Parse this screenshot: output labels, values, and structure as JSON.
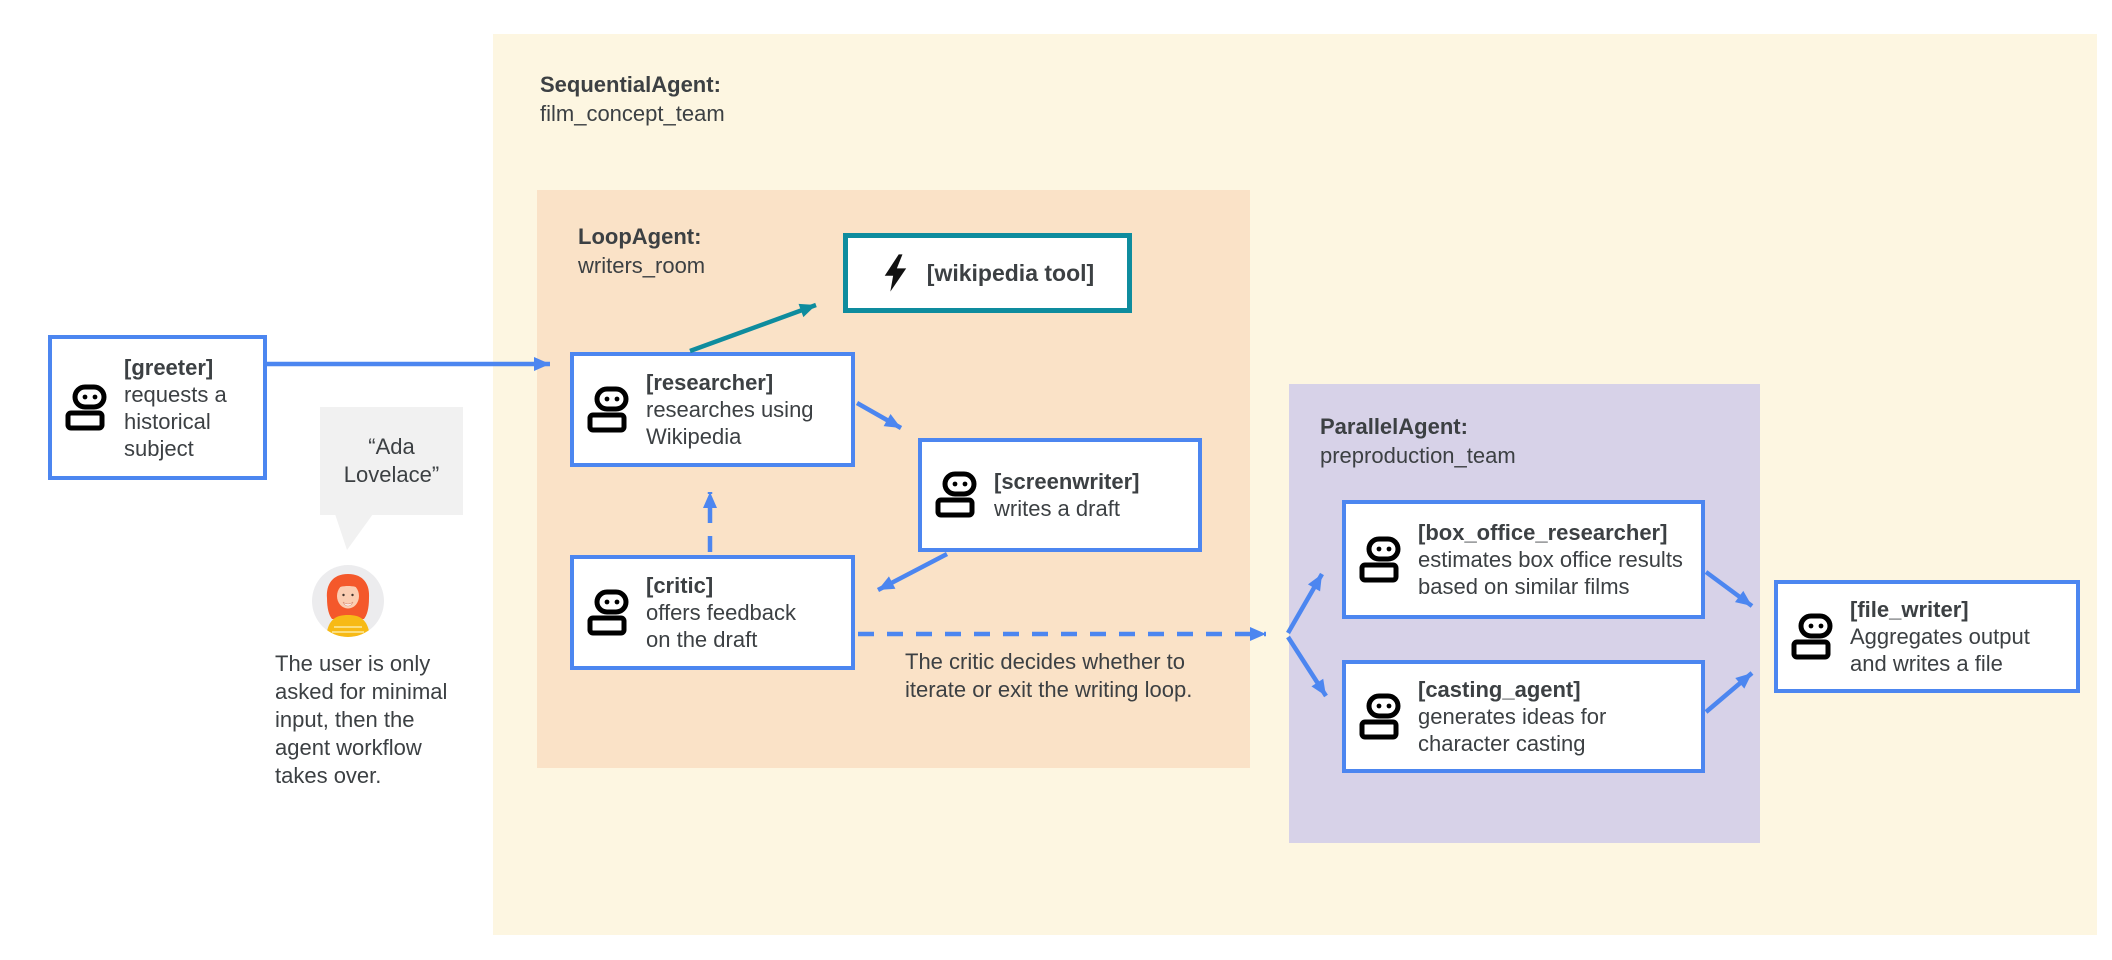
{
  "groups": {
    "sequential": {
      "type": "SequentialAgent:",
      "name": "film_concept_team"
    },
    "loop": {
      "type": "LoopAgent:",
      "name": "writers_room"
    },
    "parallel": {
      "type": "ParallelAgent:",
      "name": "preproduction_team"
    }
  },
  "nodes": {
    "greeter": {
      "name": "[greeter]",
      "description": "requests a historical subject"
    },
    "wikipedia_tool": {
      "name": "[wikipedia tool]"
    },
    "researcher": {
      "name": "[researcher]",
      "description": "researches using Wikipedia"
    },
    "screenwriter": {
      "name": "[screenwriter]",
      "description": "writes a draft"
    },
    "critic": {
      "name": "[critic]",
      "description": "offers feedback on the draft"
    },
    "box_office_researcher": {
      "name": "[box_office_researcher]",
      "description": "estimates box office results based on similar films"
    },
    "casting_agent": {
      "name": "[casting_agent]",
      "description": "generates ideas for character casting"
    },
    "file_writer": {
      "name": "[file_writer]",
      "description": "Aggregates output and writes a file"
    }
  },
  "speech_bubble": {
    "text": "“Ada Lovelace”"
  },
  "notes": {
    "user_note": "The user is only asked for minimal input, then the agent workflow takes over.",
    "loop_note": "The critic decides whether to iterate or exit the writing loop."
  },
  "colors": {
    "agent_border_blue": "#4c86f0",
    "tool_border_teal": "#0e8c9e",
    "sequential_bg": "#fdf6e1",
    "loop_bg": "#fae2c7",
    "parallel_bg": "#d7d2e8",
    "bubble_bg": "#f1f1f1",
    "text": "#3c4043",
    "icon_black": "#111111"
  },
  "icons": {
    "robot": "robot-icon",
    "lightning": "lightning-icon",
    "user": "user-avatar"
  }
}
